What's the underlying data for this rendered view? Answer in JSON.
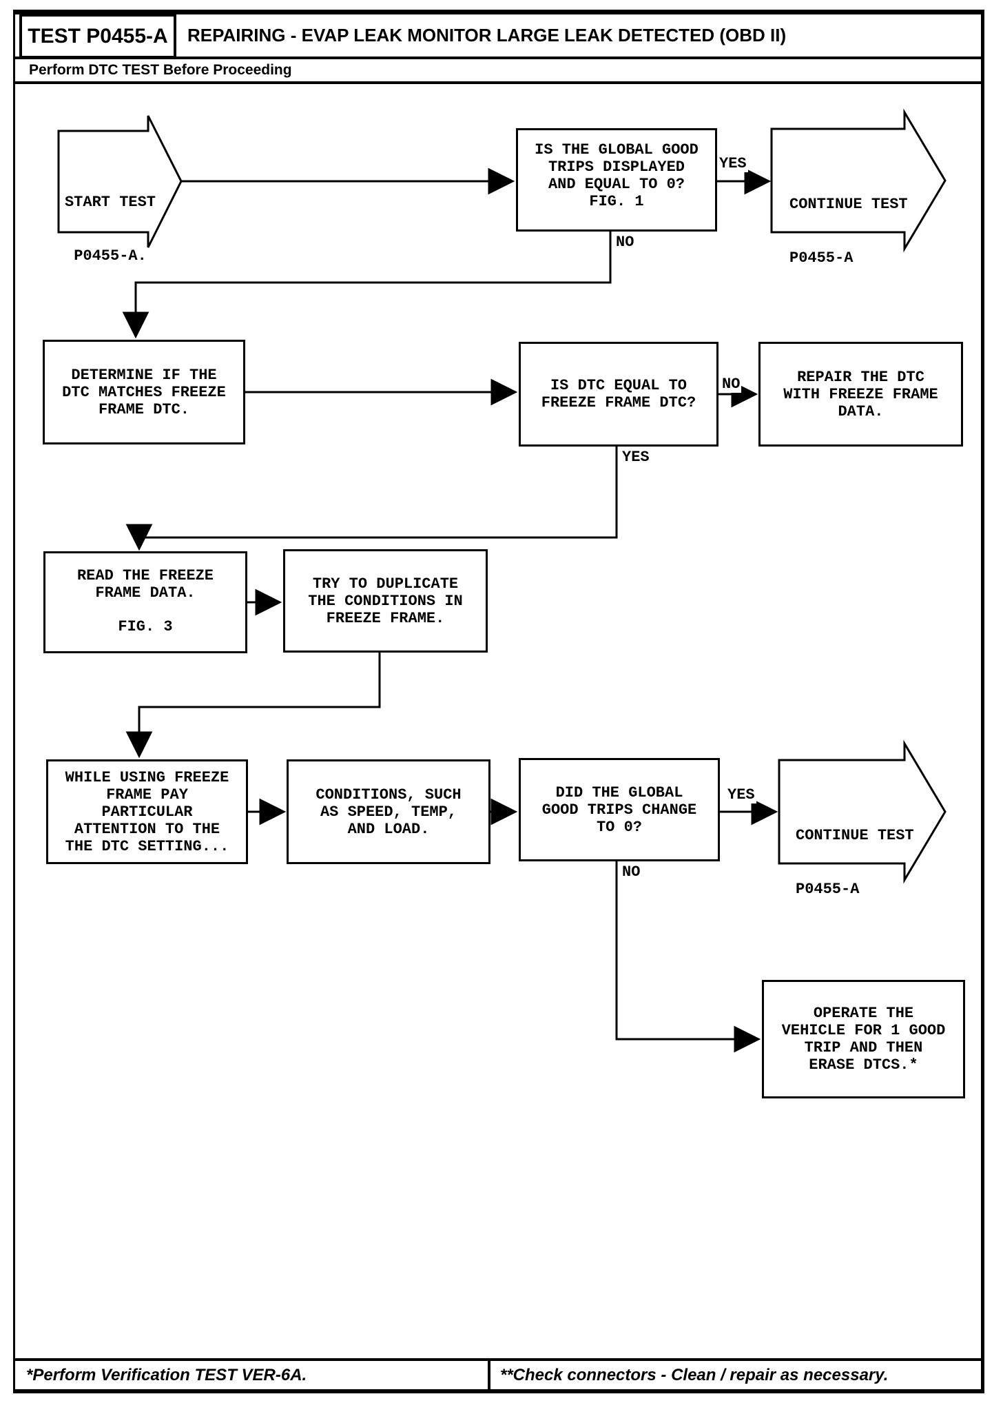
{
  "header": {
    "test_label": "TEST P0455-A",
    "title": "REPAIRING - EVAP LEAK MONITOR LARGE LEAK DETECTED (OBD II)",
    "subtitle": "Perform DTC TEST Before Proceeding"
  },
  "flowchart": {
    "nodes": {
      "start": {
        "lines": [
          "START TEST",
          "P0455-A."
        ]
      },
      "q1": {
        "lines": [
          "IS THE GLOBAL GOOD",
          "TRIPS DISPLAYED",
          "AND EQUAL TO 0?",
          "FIG. 1"
        ]
      },
      "cont1": {
        "lines": [
          "CONTINUE TEST",
          "P0455-A"
        ]
      },
      "determine": {
        "lines": [
          "DETERMINE IF THE",
          "DTC MATCHES FREEZE",
          "FRAME DTC."
        ]
      },
      "q2": {
        "lines": [
          "IS DTC EQUAL TO",
          "FREEZE FRAME DTC?"
        ]
      },
      "repair": {
        "lines": [
          "REPAIR THE DTC",
          "WITH FREEZE FRAME",
          "DATA."
        ]
      },
      "read": {
        "lines": [
          "READ THE FREEZE",
          "FRAME DATA.",
          "FIG. 3"
        ]
      },
      "duplicate": {
        "lines": [
          "TRY TO DUPLICATE",
          "THE CONDITIONS IN",
          "FREEZE FRAME."
        ]
      },
      "while_using": {
        "lines": [
          "WHILE USING FREEZE",
          "FRAME PAY",
          "PARTICULAR",
          "ATTENTION TO THE",
          "THE DTC SETTING..."
        ]
      },
      "conditions": {
        "lines": [
          "CONDITIONS, SUCH",
          "AS SPEED, TEMP,",
          "AND LOAD."
        ]
      },
      "q3": {
        "lines": [
          "DID THE GLOBAL",
          "GOOD TRIPS CHANGE",
          "TO 0?"
        ]
      },
      "cont2": {
        "lines": [
          "CONTINUE TEST",
          "P0455-A"
        ]
      },
      "operate": {
        "lines": [
          "OPERATE THE",
          "VEHICLE FOR 1 GOOD",
          "TRIP AND THEN",
          "ERASE DTCS.*"
        ]
      }
    },
    "labels": {
      "yes1": "YES",
      "no1": "NO",
      "no2": "NO",
      "yes2": "YES",
      "yes3": "YES",
      "no3": "NO"
    }
  },
  "footer": {
    "left_note": "*Perform Verification TEST VER-6A.",
    "right_note": "**Check connectors - Clean / repair as necessary."
  },
  "colors": {
    "ink": "#000000",
    "paper": "#ffffff"
  }
}
